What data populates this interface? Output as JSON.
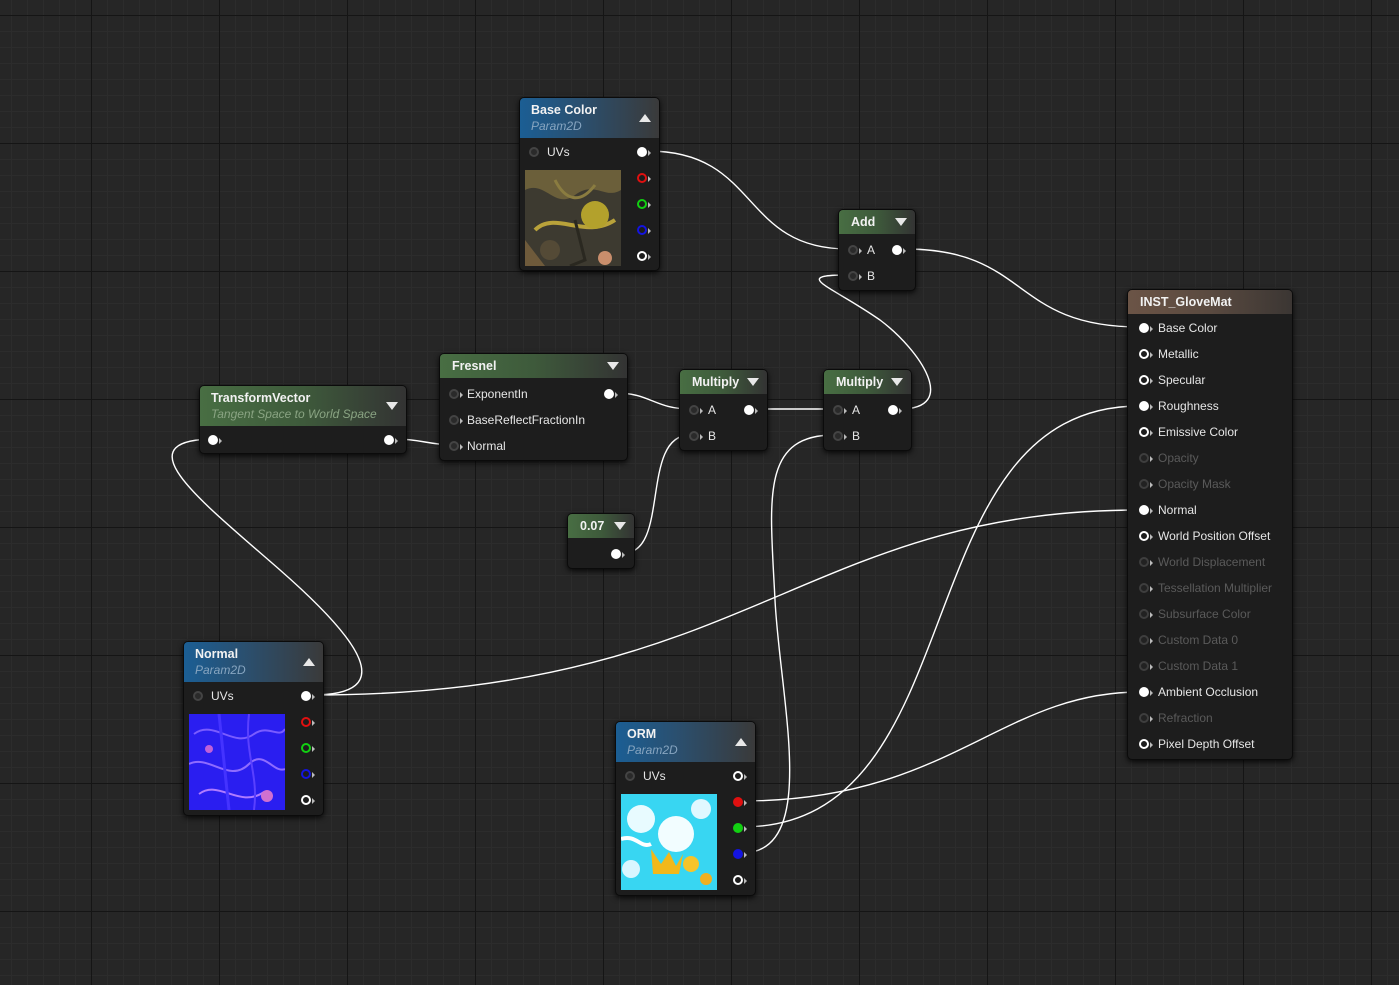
{
  "nodes": {
    "base_color": {
      "title": "Base Color",
      "subtitle": "Param2D",
      "input": "UVs"
    },
    "add": {
      "title": "Add",
      "in_a": "A",
      "in_b": "B"
    },
    "fresnel": {
      "title": "Fresnel",
      "in1": "ExponentIn",
      "in2": "BaseReflectFractionIn",
      "in3": "Normal"
    },
    "transform": {
      "title": "TransformVector",
      "subtitle": "Tangent Space to World Space"
    },
    "multiply1": {
      "title": "Multiply",
      "in_a": "A",
      "in_b": "B"
    },
    "multiply2": {
      "title": "Multiply",
      "in_a": "A",
      "in_b": "B"
    },
    "constant": {
      "title": "0.07"
    },
    "normal_tex": {
      "title": "Normal",
      "subtitle": "Param2D",
      "input": "UVs"
    },
    "orm": {
      "title": "ORM",
      "subtitle": "Param2D",
      "input": "UVs"
    },
    "material": {
      "title": "INST_GloveMat",
      "inputs": [
        {
          "label": "Base Color",
          "active": true
        },
        {
          "label": "Metallic",
          "active": true
        },
        {
          "label": "Specular",
          "active": true
        },
        {
          "label": "Roughness",
          "active": true
        },
        {
          "label": "Emissive Color",
          "active": true
        },
        {
          "label": "Opacity",
          "active": false
        },
        {
          "label": "Opacity Mask",
          "active": false
        },
        {
          "label": "Normal",
          "active": true
        },
        {
          "label": "World Position Offset",
          "active": true
        },
        {
          "label": "World Displacement",
          "active": false
        },
        {
          "label": "Tessellation Multiplier",
          "active": false
        },
        {
          "label": "Subsurface Color",
          "active": false
        },
        {
          "label": "Custom Data 0",
          "active": false
        },
        {
          "label": "Custom Data 1",
          "active": false
        },
        {
          "label": "Ambient Occlusion",
          "active": true
        },
        {
          "label": "Refraction",
          "active": false
        },
        {
          "label": "Pixel Depth Offset",
          "active": true
        }
      ]
    }
  },
  "colors": {
    "texture_header": "#1b5e94",
    "math_header": "#486e43",
    "material_header": "#6b5446",
    "pin_red": "#e01010",
    "pin_green": "#12d012",
    "pin_blue": "#1414e0",
    "wire": "#ffffff"
  }
}
